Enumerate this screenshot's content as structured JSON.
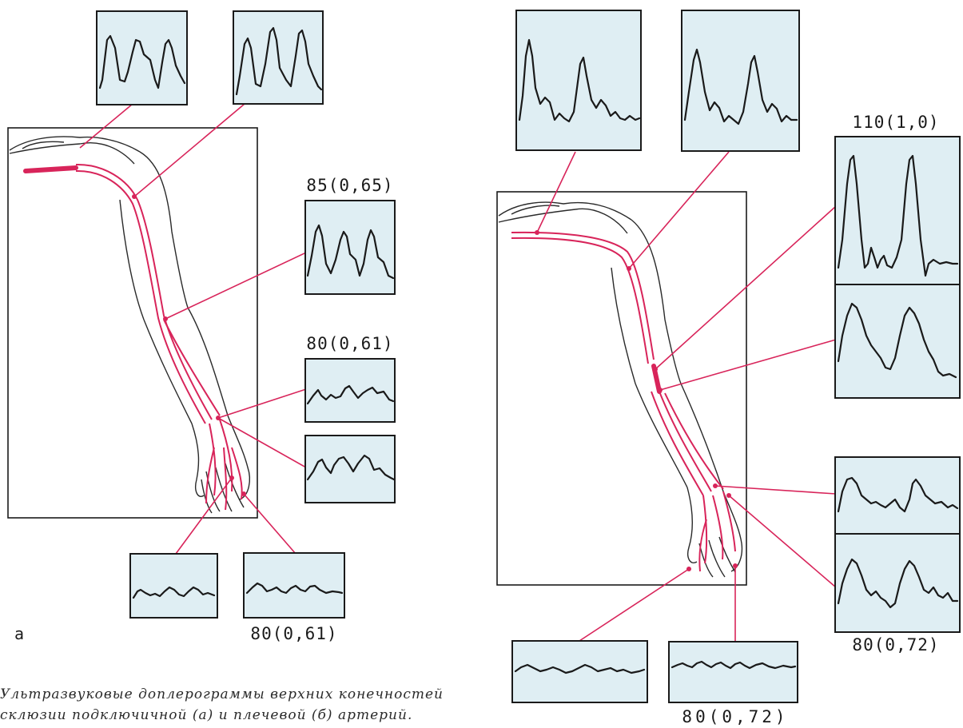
{
  "figure": {
    "panel_a": {
      "letter": "а",
      "labels": {
        "upper_arm": "85(0,65)",
        "forearm": "80(0,61)",
        "fingers": "80(0,61)"
      }
    },
    "panel_b": {
      "labels": {
        "upper_arm": "110(1,0)",
        "forearm": "80(0,72)",
        "fingers": "80(0,72)"
      }
    },
    "caption": {
      "line1": "Ультразвуковые доплерограммы верхних конечностей",
      "line2": "склюзии подключичной (а) и плечевой (б) артерий."
    },
    "colors": {
      "artery": "#d8245a",
      "waveform_box": "#dfeef3",
      "ink": "#1a1a1a"
    }
  }
}
